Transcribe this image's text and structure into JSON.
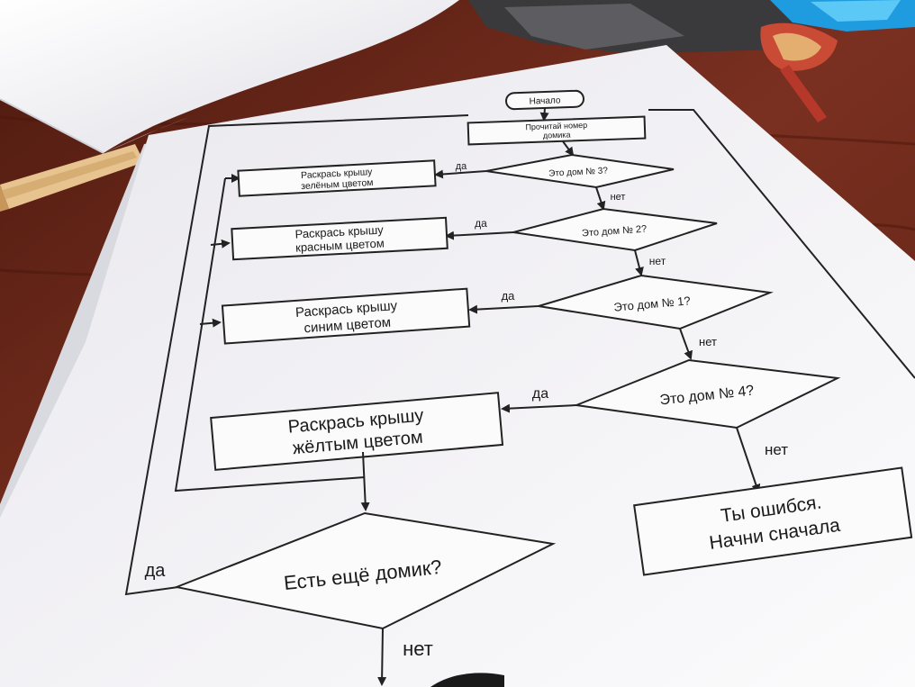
{
  "flowchart": {
    "start": "Начало",
    "read_number": [
      "Прочитай номер",
      "домика"
    ],
    "question_3": "Это дом № 3?",
    "question_2": "Это дом № 2?",
    "question_1": "Это дом № 1?",
    "question_4": "Это дом № 4?",
    "action_green": [
      "Раскрась крышу",
      "зелёным цветом"
    ],
    "action_red": [
      "Раскрась крышу",
      "красным цветом"
    ],
    "action_blue": [
      "Раскрась крышу",
      "синим цветом"
    ],
    "action_yellow": [
      "Раскрась крышу",
      "жёлтым цветом"
    ],
    "error_box": [
      "Ты ошибся.",
      "Начни сначала"
    ],
    "more_houses": "Есть ещё домик?",
    "yes_label": "да",
    "no_label": "нет"
  },
  "colors": {
    "table": "#6a2a18",
    "paper": "#f3f2f5",
    "ink": "#1a1a1a"
  }
}
